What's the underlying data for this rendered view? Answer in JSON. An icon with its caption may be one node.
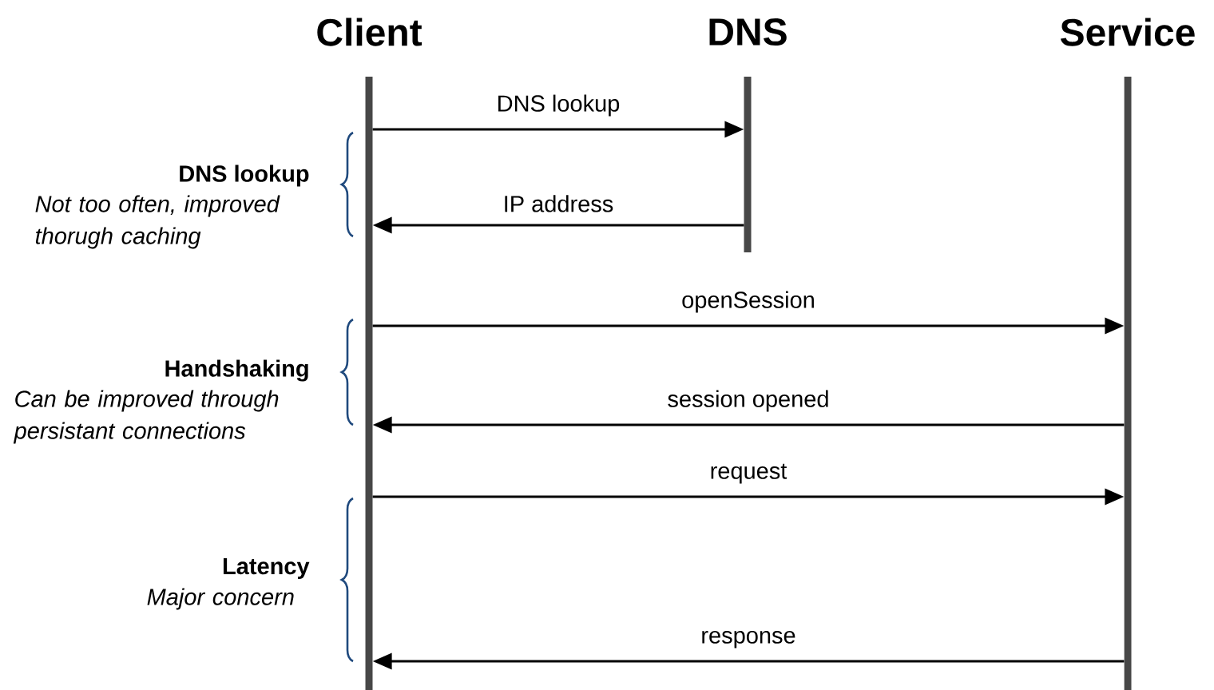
{
  "diagram": {
    "nodes": [
      {
        "text": [
          "Client"
        ]
      },
      {
        "text": [
          "DNS"
        ]
      },
      {
        "text": [
          "Service"
        ]
      }
    ],
    "edges": [
      {
        "from": 0,
        "to": 1,
        "arrow": "to",
        "label": "DNS lookup"
      },
      {
        "from": 1,
        "to": 0,
        "arrow": "to",
        "label": "IP address"
      },
      {
        "from": 0,
        "to": 2,
        "arrow": "to",
        "label": "openSession"
      },
      {
        "from": 2,
        "to": 0,
        "arrow": "to",
        "label": "session opened"
      },
      {
        "from": 0,
        "to": 2,
        "arrow": "to",
        "label": "request"
      },
      {
        "from": 2,
        "to": 0,
        "arrow": "to",
        "label": "response"
      }
    ],
    "labels": [
      "DNS lookup",
      "Not too often, improved thorugh caching",
      "Handshaking",
      "Can be improved through persistant connections",
      "Latency",
      "Major concern"
    ]
  }
}
